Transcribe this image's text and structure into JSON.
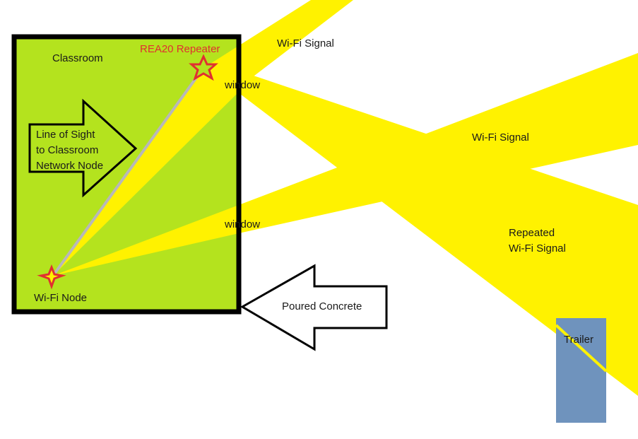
{
  "labels": {
    "classroom": "Classroom",
    "repeater": "REA20 Repeater",
    "wifi_signal_top": "Wi-Fi Signal",
    "window_top": "window",
    "wifi_signal_mid": "Wi-Fi Signal",
    "line_of_sight_1": "Line of Sight",
    "line_of_sight_2": "to Classroom",
    "line_of_sight_3": "Network Node",
    "window_mid": "window",
    "repeated_1": "Repeated",
    "repeated_2": "Wi-Fi Signal",
    "wifi_node": "Wi-Fi Node",
    "poured_concrete": "Poured Concrete",
    "trailer": "Trailer"
  },
  "colors": {
    "classroom_fill": "#b4e31e",
    "signal": "#fff200",
    "wall": "#000000",
    "star": "#e03030",
    "trailer": "#6f93bd",
    "sightline": "#b8b8b8"
  }
}
